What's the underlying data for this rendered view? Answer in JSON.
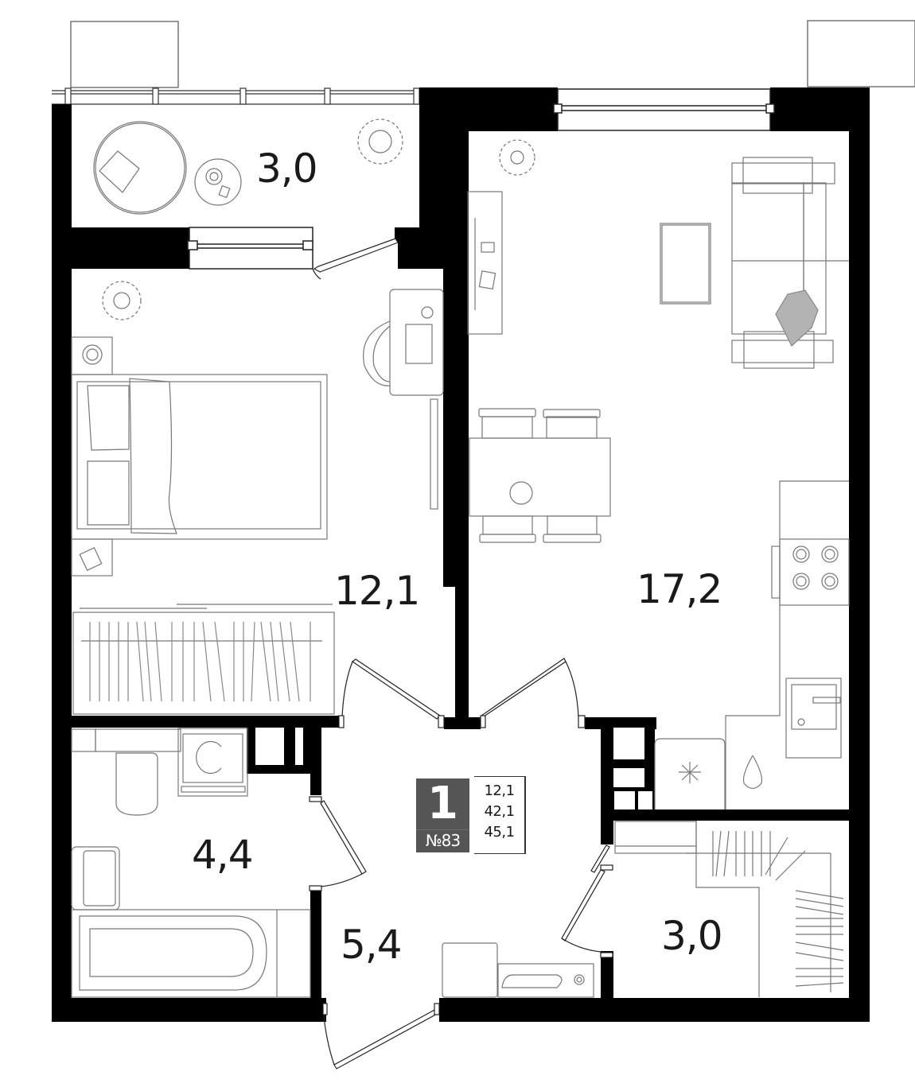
{
  "plan": {
    "type": "apartment-floor-plan",
    "rooms": [
      {
        "id": "balcony",
        "name": "Balcony",
        "area": "3,0"
      },
      {
        "id": "bedroom",
        "name": "Bedroom",
        "area": "12,1"
      },
      {
        "id": "living-kitchen",
        "name": "Living room / Kitchen",
        "area": "17,2"
      },
      {
        "id": "bathroom",
        "name": "Bathroom",
        "area": "4,4"
      },
      {
        "id": "hallway",
        "name": "Hallway",
        "area": "5,4"
      },
      {
        "id": "wardrobe",
        "name": "Wardrobe",
        "area": "3,0"
      }
    ],
    "badge": {
      "rooms_count": "1",
      "apartment_number": "№83"
    },
    "summary": {
      "living_area": "12,1",
      "total_area_no_balcony": "42,1",
      "total_area": "45,1"
    },
    "colors": {
      "wall": "#000000",
      "furniture_stroke": "#777777",
      "badge_bg": "#555555",
      "label_text": "#1a1a1a",
      "pillow_fill": "#b3b3b3"
    }
  }
}
